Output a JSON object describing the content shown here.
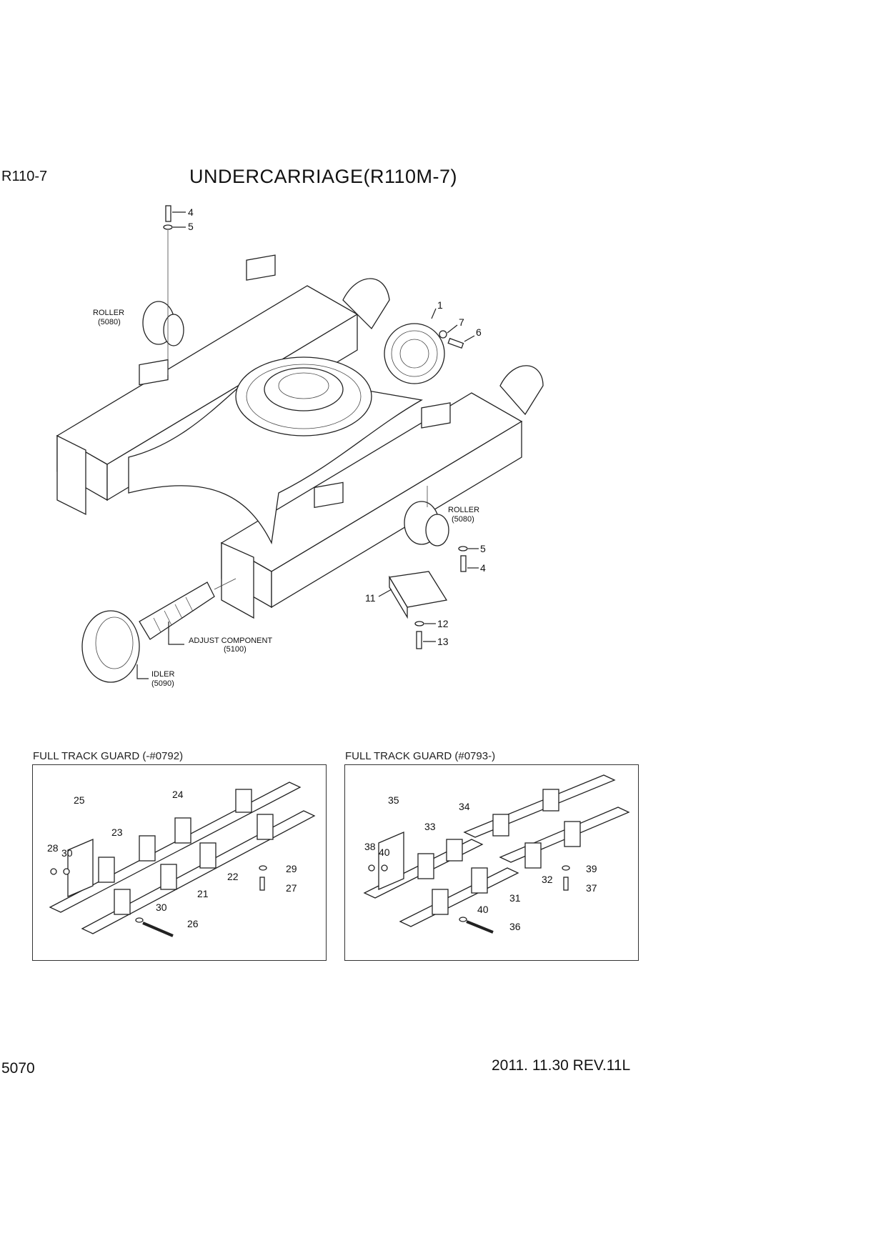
{
  "header": {
    "model": "R110-7",
    "title": "UNDERCARRIAGE(R110M-7)"
  },
  "footer": {
    "page": "5070",
    "revision": "2011. 11.30  REV.11L"
  },
  "main_diagram": {
    "labels": {
      "roller_top": "ROLLER",
      "roller_top_code": "(5080)",
      "roller_right": "ROLLER",
      "roller_right_code": "(5080)",
      "adjust": "ADJUST COMPONENT",
      "adjust_code": "(5100)",
      "idler": "IDLER",
      "idler_code": "(5090)"
    },
    "callouts": {
      "c1": "1",
      "c4a": "4",
      "c5a": "5",
      "c6": "6",
      "c7": "7",
      "c5b": "5",
      "c4b": "4",
      "c11": "11",
      "c12": "12",
      "c13": "13"
    }
  },
  "guard_left": {
    "title": "FULL TRACK GUARD (-#0792)",
    "callouts": {
      "c25": "25",
      "c24": "24",
      "c23": "23",
      "c28": "28",
      "c30a": "30",
      "c22": "22",
      "c21": "21",
      "c29": "29",
      "c27": "27",
      "c30b": "30",
      "c26": "26"
    }
  },
  "guard_right": {
    "title": "FULL TRACK GUARD (#0793-)",
    "callouts": {
      "c35": "35",
      "c34": "34",
      "c33": "33",
      "c38": "38",
      "c40a": "40",
      "c32": "32",
      "c31": "31",
      "c39": "39",
      "c37": "37",
      "c40b": "40",
      "c36": "36"
    }
  }
}
